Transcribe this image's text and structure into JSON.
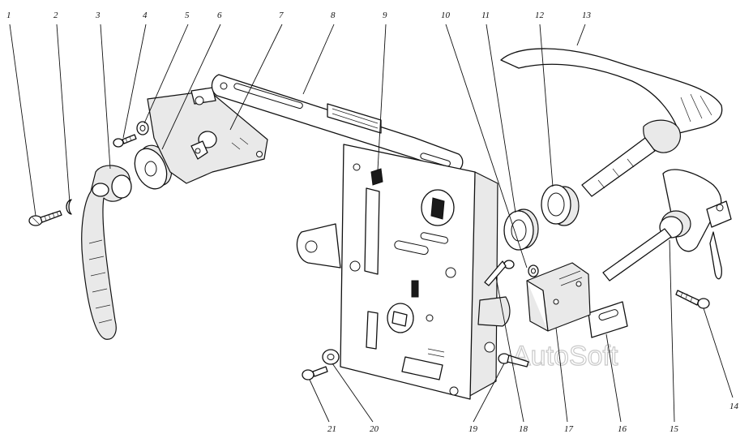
{
  "diagram": {
    "callouts": [
      {
        "id": "1",
        "label": "1"
      },
      {
        "id": "2",
        "label": "2"
      },
      {
        "id": "3",
        "label": "3"
      },
      {
        "id": "4",
        "label": "4"
      },
      {
        "id": "5",
        "label": "5"
      },
      {
        "id": "6",
        "label": "6"
      },
      {
        "id": "7",
        "label": "7"
      },
      {
        "id": "8",
        "label": "8"
      },
      {
        "id": "9",
        "label": "9"
      },
      {
        "id": "10",
        "label": "10"
      },
      {
        "id": "11",
        "label": "11"
      },
      {
        "id": "12",
        "label": "12"
      },
      {
        "id": "13",
        "label": "13"
      },
      {
        "id": "14",
        "label": "14"
      },
      {
        "id": "15",
        "label": "15"
      },
      {
        "id": "16",
        "label": "16"
      },
      {
        "id": "17",
        "label": "17"
      },
      {
        "id": "18",
        "label": "18"
      },
      {
        "id": "19",
        "label": "19"
      },
      {
        "id": "20",
        "label": "20"
      },
      {
        "id": "21",
        "label": "21"
      }
    ],
    "watermark": "AutoSoft"
  },
  "colors": {
    "line": "#111111",
    "background": "#ffffff",
    "watermark": "#c8c8c8"
  }
}
